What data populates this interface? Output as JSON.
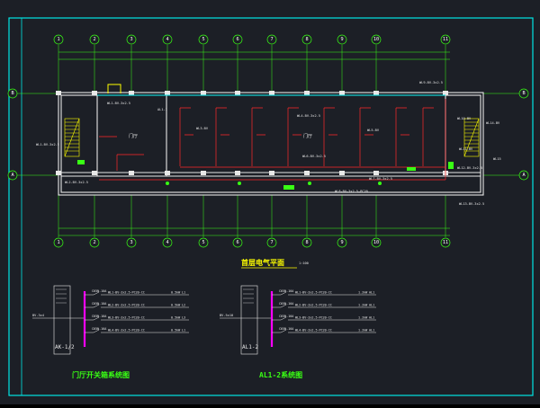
{
  "colors": {
    "background": "#1c1f26",
    "frame": "#00e5e5",
    "wall": "#e8e8e8",
    "wiring": "#ff2a2a",
    "lighting": "#00e5e5",
    "axis": "#39ff14",
    "title": "#ffff00",
    "panel": "#ff00ff",
    "stair": "#ffff00"
  },
  "plan": {
    "title": "首层电气平面",
    "scale": "1:100",
    "axes_top": [
      "1",
      "2",
      "3",
      "4",
      "5",
      "6",
      "7",
      "8",
      "9",
      "10",
      "11"
    ],
    "axes_bottom": [
      "1",
      "2",
      "3",
      "4",
      "5",
      "6",
      "7",
      "8",
      "9",
      "10",
      "11"
    ],
    "axes_side": [
      "B",
      "A"
    ],
    "panel_label": "AL1-1",
    "rooms": [
      "门厅",
      "门厅"
    ]
  },
  "diagrams": [
    {
      "title": "门厅开关箱系统图",
      "panel_id": "AK-1/2",
      "feeder": "BV-3x4",
      "circuits": [
        {
          "breaker": "C65N-10A",
          "cable": "WL1-BV-3x2.5-PC20-CC",
          "load": "0.5kW",
          "phase": "L1"
        },
        {
          "breaker": "C65N-10A",
          "cable": "WL2-BV-3x2.5-PC20-CC",
          "load": "0.5kW",
          "phase": "L2"
        },
        {
          "breaker": "C65N-16A",
          "cable": "WL3-BV-3x2.5-PC20-CC",
          "load": "0.5kW",
          "phase": "L3"
        },
        {
          "breaker": "C65N-16A",
          "cable": "WL4-BV-3x2.5-PC20-CC",
          "load": "0.5kW",
          "phase": "L1"
        }
      ]
    },
    {
      "title": "AL1-2系统图",
      "panel_id": "AL1-2",
      "feeder": "BV-5x10",
      "circuits": [
        {
          "breaker": "C65N-16A",
          "cable": "WL1-BV-3x2.5-PC20-CC",
          "load": "1.2kW",
          "phase": "AL1"
        },
        {
          "breaker": "C65N-16A",
          "cable": "WL2-BV-3x2.5-PC20-CC",
          "load": "1.2kW",
          "phase": "AL1"
        },
        {
          "breaker": "C65N-16A",
          "cable": "WL3-BV-3x2.5-PC20-CC",
          "load": "1.2kW",
          "phase": "AL1"
        },
        {
          "breaker": "C65N-16A",
          "cable": "WL4-BV-3x2.5-PC20-CC",
          "load": "1.2kW",
          "phase": "AL1"
        }
      ]
    }
  ]
}
